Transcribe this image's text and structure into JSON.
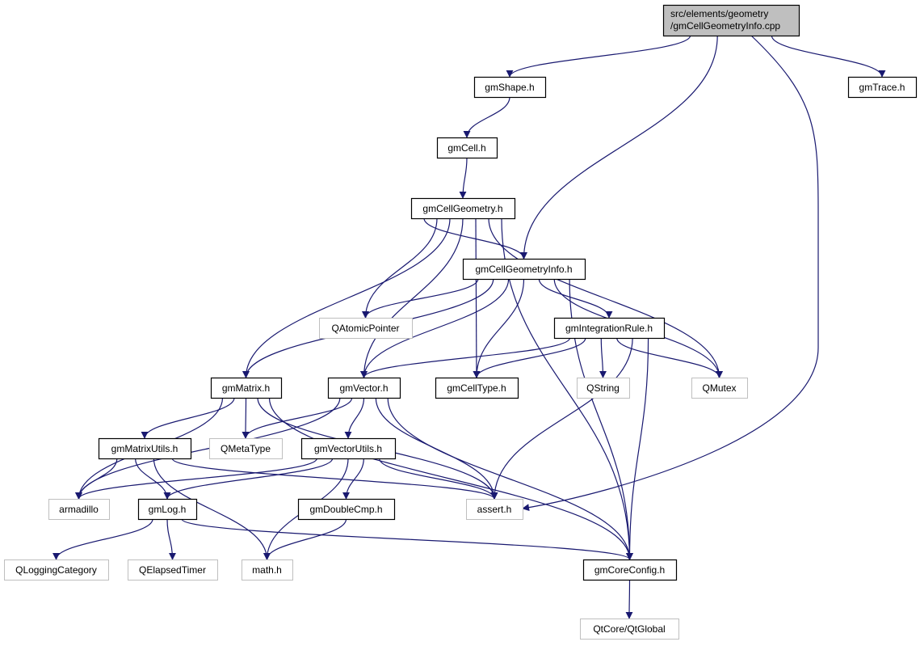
{
  "graph": {
    "type": "include-dependency-graph",
    "colors": {
      "edge": "#191970",
      "source_fill": "#bfbfbf",
      "node_border": "#000000",
      "external_border": "#bfbfbf"
    },
    "nodes": [
      {
        "id": "src",
        "label": [
          "src/elements/geometry",
          "/gmCellGeometryInfo.cpp"
        ],
        "kind": "source"
      },
      {
        "id": "gmShape",
        "label": [
          "gmShape.h"
        ],
        "kind": "internal"
      },
      {
        "id": "gmTrace",
        "label": [
          "gmTrace.h"
        ],
        "kind": "internal"
      },
      {
        "id": "gmCell",
        "label": [
          "gmCell.h"
        ],
        "kind": "internal"
      },
      {
        "id": "gmCellGeometry",
        "label": [
          "gmCellGeometry.h"
        ],
        "kind": "internal"
      },
      {
        "id": "gmCellGeometryInfo",
        "label": [
          "gmCellGeometryInfo.h"
        ],
        "kind": "internal"
      },
      {
        "id": "QAtomicPointer",
        "label": [
          "QAtomicPointer"
        ],
        "kind": "external"
      },
      {
        "id": "gmIntegrationRule",
        "label": [
          "gmIntegrationRule.h"
        ],
        "kind": "internal"
      },
      {
        "id": "gmMatrix",
        "label": [
          "gmMatrix.h"
        ],
        "kind": "internal"
      },
      {
        "id": "gmVector",
        "label": [
          "gmVector.h"
        ],
        "kind": "internal"
      },
      {
        "id": "gmCellType",
        "label": [
          "gmCellType.h"
        ],
        "kind": "internal"
      },
      {
        "id": "QString",
        "label": [
          "QString"
        ],
        "kind": "external"
      },
      {
        "id": "QMutex",
        "label": [
          "QMutex"
        ],
        "kind": "external"
      },
      {
        "id": "gmMatrixUtils",
        "label": [
          "gmMatrixUtils.h"
        ],
        "kind": "internal"
      },
      {
        "id": "QMetaType",
        "label": [
          "QMetaType"
        ],
        "kind": "external"
      },
      {
        "id": "gmVectorUtils",
        "label": [
          "gmVectorUtils.h"
        ],
        "kind": "internal"
      },
      {
        "id": "armadillo",
        "label": [
          "armadillo"
        ],
        "kind": "external"
      },
      {
        "id": "gmLog",
        "label": [
          "gmLog.h"
        ],
        "kind": "internal"
      },
      {
        "id": "gmDoubleCmp",
        "label": [
          "gmDoubleCmp.h"
        ],
        "kind": "internal"
      },
      {
        "id": "assert",
        "label": [
          "assert.h"
        ],
        "kind": "external"
      },
      {
        "id": "QLoggingCategory",
        "label": [
          "QLoggingCategory"
        ],
        "kind": "external"
      },
      {
        "id": "QElapsedTimer",
        "label": [
          "QElapsedTimer"
        ],
        "kind": "external"
      },
      {
        "id": "math",
        "label": [
          "math.h"
        ],
        "kind": "external"
      },
      {
        "id": "gmCoreConfig",
        "label": [
          "gmCoreConfig.h"
        ],
        "kind": "internal"
      },
      {
        "id": "QtGlobal",
        "label": [
          "QtCore/QtGlobal"
        ],
        "kind": "external"
      }
    ],
    "edges": [
      [
        "src",
        "gmShape"
      ],
      [
        "src",
        "gmCellGeometryInfo"
      ],
      [
        "src",
        "assert"
      ],
      [
        "src",
        "gmTrace"
      ],
      [
        "gmShape",
        "gmCell"
      ],
      [
        "gmCell",
        "gmCellGeometry"
      ],
      [
        "gmCellGeometry",
        "gmCellGeometryInfo"
      ],
      [
        "gmCellGeometry",
        "QAtomicPointer"
      ],
      [
        "gmCellGeometry",
        "gmMatrix"
      ],
      [
        "gmCellGeometry",
        "gmVector"
      ],
      [
        "gmCellGeometry",
        "gmCellType"
      ],
      [
        "gmCellGeometry",
        "QMutex"
      ],
      [
        "gmCellGeometry",
        "gmCoreConfig"
      ],
      [
        "gmCellGeometryInfo",
        "QAtomicPointer"
      ],
      [
        "gmCellGeometryInfo",
        "gmMatrix"
      ],
      [
        "gmCellGeometryInfo",
        "gmVector"
      ],
      [
        "gmCellGeometryInfo",
        "gmCellType"
      ],
      [
        "gmCellGeometryInfo",
        "gmIntegrationRule"
      ],
      [
        "gmCellGeometryInfo",
        "QMutex"
      ],
      [
        "gmCellGeometryInfo",
        "gmCoreConfig"
      ],
      [
        "gmIntegrationRule",
        "gmVector"
      ],
      [
        "gmIntegrationRule",
        "gmCellType"
      ],
      [
        "gmIntegrationRule",
        "QString"
      ],
      [
        "gmIntegrationRule",
        "QMutex"
      ],
      [
        "gmIntegrationRule",
        "assert"
      ],
      [
        "gmIntegrationRule",
        "gmCoreConfig"
      ],
      [
        "gmMatrix",
        "armadillo"
      ],
      [
        "gmMatrix",
        "gmMatrixUtils"
      ],
      [
        "gmMatrix",
        "QMetaType"
      ],
      [
        "gmMatrix",
        "assert"
      ],
      [
        "gmMatrix",
        "gmCoreConfig"
      ],
      [
        "gmVector",
        "armadillo"
      ],
      [
        "gmVector",
        "QMetaType"
      ],
      [
        "gmVector",
        "gmVectorUtils"
      ],
      [
        "gmVector",
        "assert"
      ],
      [
        "gmVector",
        "gmCoreConfig"
      ],
      [
        "gmMatrixUtils",
        "armadillo"
      ],
      [
        "gmMatrixUtils",
        "gmLog"
      ],
      [
        "gmMatrixUtils",
        "math"
      ],
      [
        "gmMatrixUtils",
        "assert"
      ],
      [
        "gmVectorUtils",
        "armadillo"
      ],
      [
        "gmVectorUtils",
        "gmLog"
      ],
      [
        "gmVectorUtils",
        "math"
      ],
      [
        "gmVectorUtils",
        "gmDoubleCmp"
      ],
      [
        "gmVectorUtils",
        "assert"
      ],
      [
        "gmLog",
        "QLoggingCategory"
      ],
      [
        "gmLog",
        "QElapsedTimer"
      ],
      [
        "gmLog",
        "gmCoreConfig"
      ],
      [
        "gmDoubleCmp",
        "math"
      ],
      [
        "gmCoreConfig",
        "QtGlobal"
      ]
    ]
  }
}
